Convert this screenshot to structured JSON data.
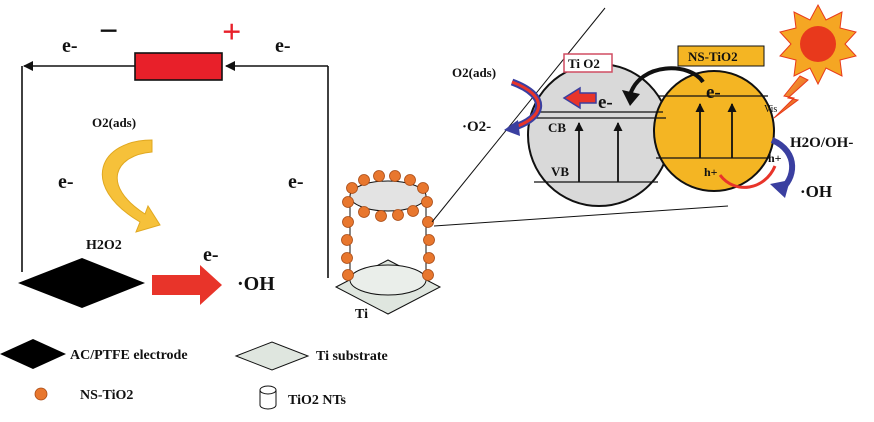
{
  "colors": {
    "battery_red": "#e8202a",
    "sun_orange": "#f5a623",
    "sun_red": "#e8391c",
    "arrow_yellow": "#f6c13a",
    "arrow_red": "#e8342a",
    "arrow_blue": "#3a3fa0",
    "ns_tio2_orange": "#e8772e",
    "tio2_gray": "#d9d9d9",
    "nstio2_yellow": "#f4b523",
    "substrate_gray": "#dfe6df",
    "label_box_border": "#d04d62",
    "electrode_black": "#000000"
  },
  "circuit": {
    "minus_sign": "−",
    "plus_sign": "+",
    "electron_top_left": "e-",
    "electron_top_right": "e-",
    "electron_left_wire": "e-",
    "electron_right_wire": "e-"
  },
  "left_cell": {
    "o2_label": "O2(ads)",
    "h2o2_label": "H2O2",
    "electron_label": "e-",
    "oh_label": "·OH"
  },
  "ti_label": "Ti",
  "band_diagram": {
    "tio2_label": "Ti O2",
    "nstio2_label": "NS-TiO2",
    "o2_ads": "O2(ads)",
    "superoxide": "·O2-",
    "cb_label": "CB",
    "vb_label": "VB",
    "electron_cb": "e-",
    "electron_ns": "e-",
    "hole_label": "h+",
    "hole_outer": "h+",
    "vis_label": "Vis",
    "h2o_oh": "H2O/OH-",
    "oh_radical": "·OH"
  },
  "legend": {
    "electrode": "AC/PTFE electrode",
    "substrate": "Ti substrate",
    "ns_tio2": "NS-TiO2",
    "nts": "TiO2 NTs"
  }
}
